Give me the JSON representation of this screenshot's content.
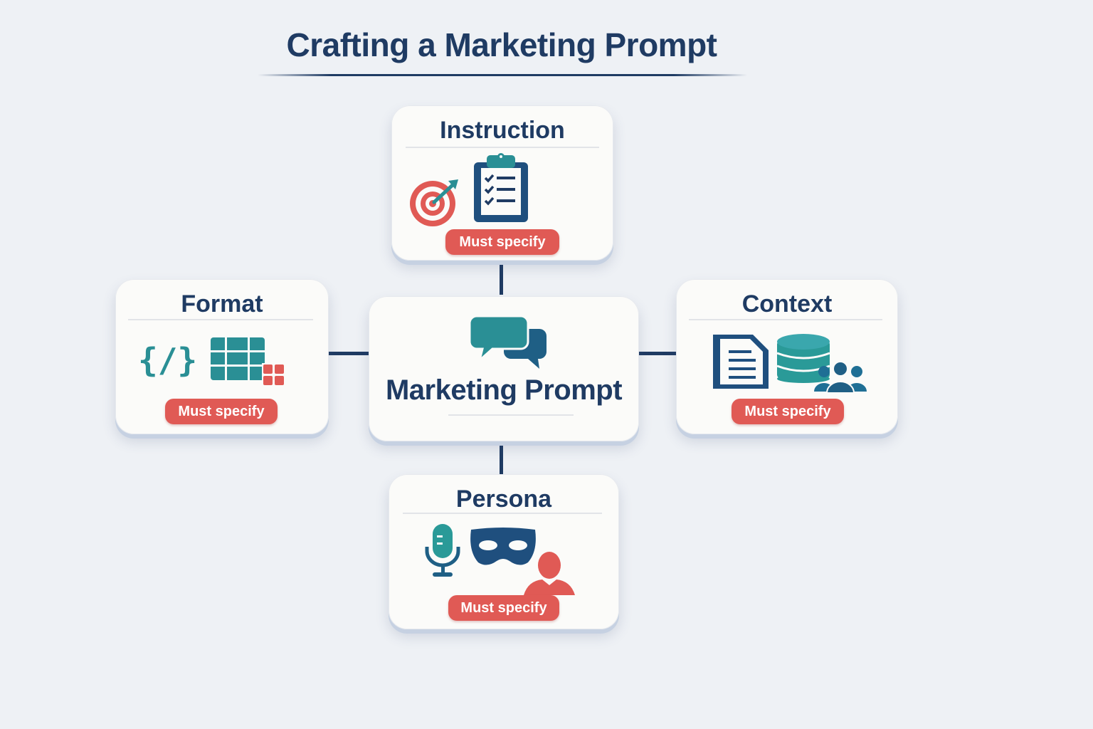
{
  "title": "Crafting a Marketing Prompt",
  "colors": {
    "navy": "#1f3b63",
    "teal": "#2a8f95",
    "red": "#e05a55",
    "background": "#eef1f5",
    "card": "#fbfbf9"
  },
  "center": {
    "label": "Marketing Prompt",
    "icon": "chat-bubbles-icon"
  },
  "nodes": [
    {
      "id": "instruction",
      "label": "Instruction",
      "badge": "Must specify",
      "icons": [
        "target-icon",
        "clipboard-checklist-icon"
      ],
      "position": "top"
    },
    {
      "id": "format",
      "label": "Format",
      "badge": "Must specify",
      "icons": [
        "code-braces-icon",
        "table-grid-icon"
      ],
      "position": "left"
    },
    {
      "id": "context",
      "label": "Context",
      "badge": "Must specify",
      "icons": [
        "document-icon",
        "database-icon",
        "people-group-icon"
      ],
      "position": "right"
    },
    {
      "id": "persona",
      "label": "Persona",
      "badge": "Must specify",
      "icons": [
        "microphone-icon",
        "mask-icon",
        "person-icon"
      ],
      "position": "bottom"
    }
  ]
}
